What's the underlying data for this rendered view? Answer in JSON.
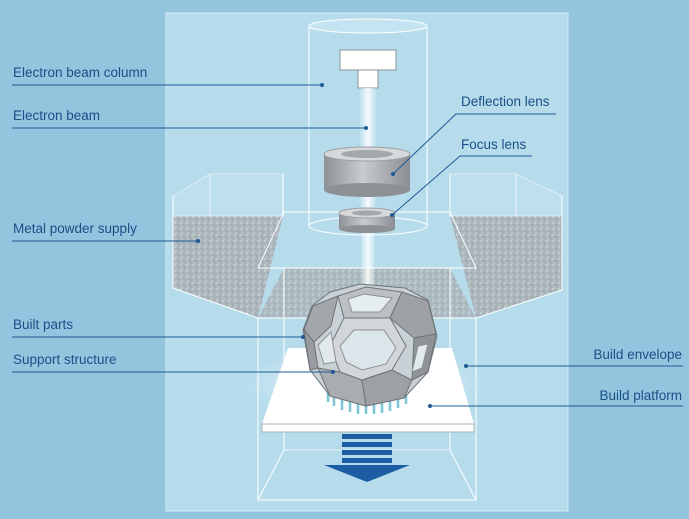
{
  "labels": {
    "electron_beam_column": "Electron beam column",
    "electron_beam": "Electron beam",
    "metal_powder_supply": "Metal powder supply",
    "built_parts": "Built parts",
    "support_structure": "Support structure",
    "deflection_lens": "Deflection lens",
    "focus_lens": "Focus lens",
    "build_envelope": "Build envelope",
    "build_platform": "Build platform"
  },
  "colors": {
    "background": "#93c5df",
    "chamber": "#b6dcec",
    "label_text": "#1a4f86",
    "leader_line": "#1f5a96",
    "arrow": "#1d5da3",
    "powder": "#a9b4b8",
    "metal": "#b3b6b9"
  }
}
